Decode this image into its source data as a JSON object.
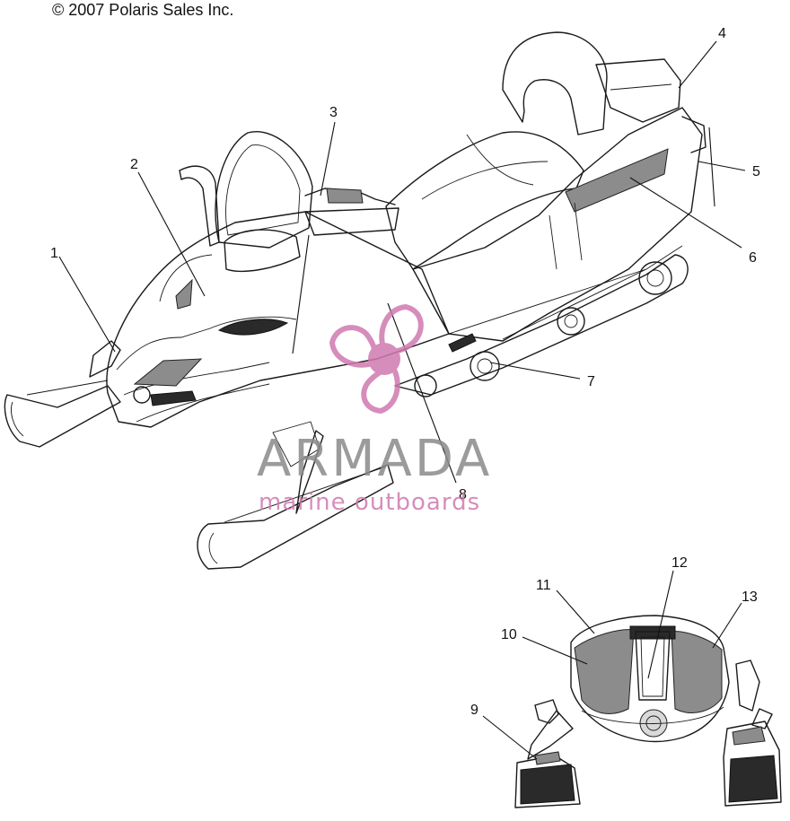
{
  "copyright": "© 2007 Polaris Sales Inc.",
  "callouts": [
    {
      "id": "1",
      "label": "1"
    },
    {
      "id": "2",
      "label": "2"
    },
    {
      "id": "3",
      "label": "3"
    },
    {
      "id": "4",
      "label": "4"
    },
    {
      "id": "5",
      "label": "5"
    },
    {
      "id": "6",
      "label": "6"
    },
    {
      "id": "7",
      "label": "7"
    },
    {
      "id": "8",
      "label": "8"
    },
    {
      "id": "9",
      "label": "9"
    },
    {
      "id": "10",
      "label": "10"
    },
    {
      "id": "11",
      "label": "11"
    },
    {
      "id": "12",
      "label": "12"
    },
    {
      "id": "13",
      "label": "13"
    }
  ],
  "watermark": {
    "brand": "ARMADA",
    "tagline": "marine outboards",
    "logo_color": "#d07ab0",
    "text_color": "#8a8a8a"
  }
}
